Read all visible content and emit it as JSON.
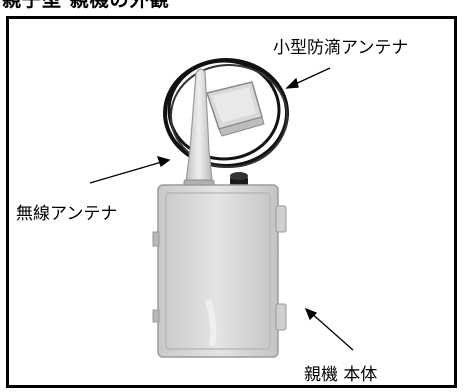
{
  "title": "親子型 親機の外観",
  "labels": {
    "small_antenna": "小型防滴アンテナ",
    "wireless_antenna": "無線アンテナ",
    "main_unit": "親機 本体"
  }
}
